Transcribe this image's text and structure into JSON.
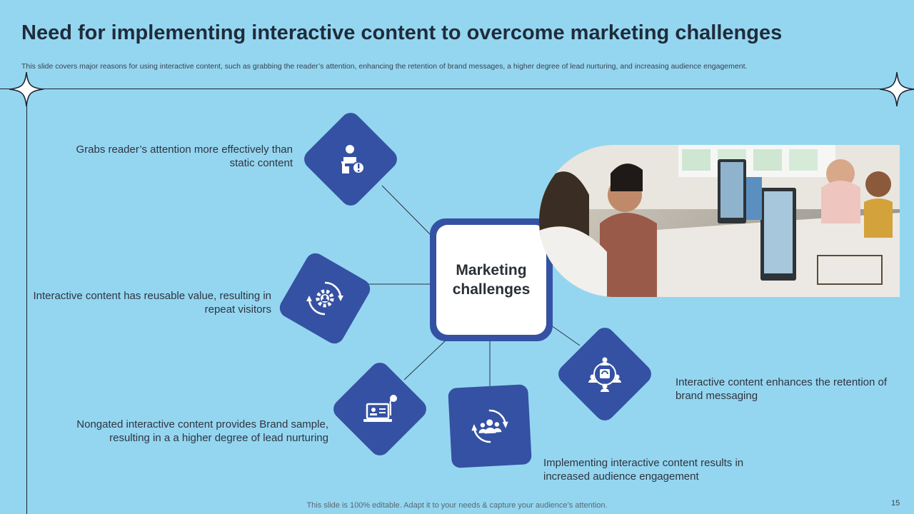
{
  "slide": {
    "title": "Need for implementing interactive content to overcome marketing challenges",
    "subtitle": "This slide covers major reasons for using interactive content, such as grabbing the reader’s attention, enhancing the retention of brand messages, a higher degree of lead nurturing, and increasing audience engagement.",
    "footer": "This slide is 100% editable. Adapt it to your needs & capture your audience’s attention.",
    "page_number": "15"
  },
  "center": {
    "line1": "Marketing",
    "line2": "challenges"
  },
  "reasons": [
    {
      "text": "Grabs reader’s attention more effectively than static content",
      "icon": "reader-alert-icon"
    },
    {
      "text": "Interactive content has reusable value, resulting in repeat visitors",
      "icon": "reuse-gear-icon"
    },
    {
      "text": "Nongated interactive content provides Brand sample, resulting in a a higher degree of lead nurturing",
      "icon": "laptop-growth-icon"
    },
    {
      "text": "Implementing interactive content results in increased audience engagement",
      "icon": "audience-cycle-icon"
    },
    {
      "text": "Interactive content enhances the retention of brand messaging",
      "icon": "team-network-icon"
    }
  ],
  "colors": {
    "background": "#94d6f0",
    "accent": "#3551a3",
    "title": "#1f2b3a"
  }
}
